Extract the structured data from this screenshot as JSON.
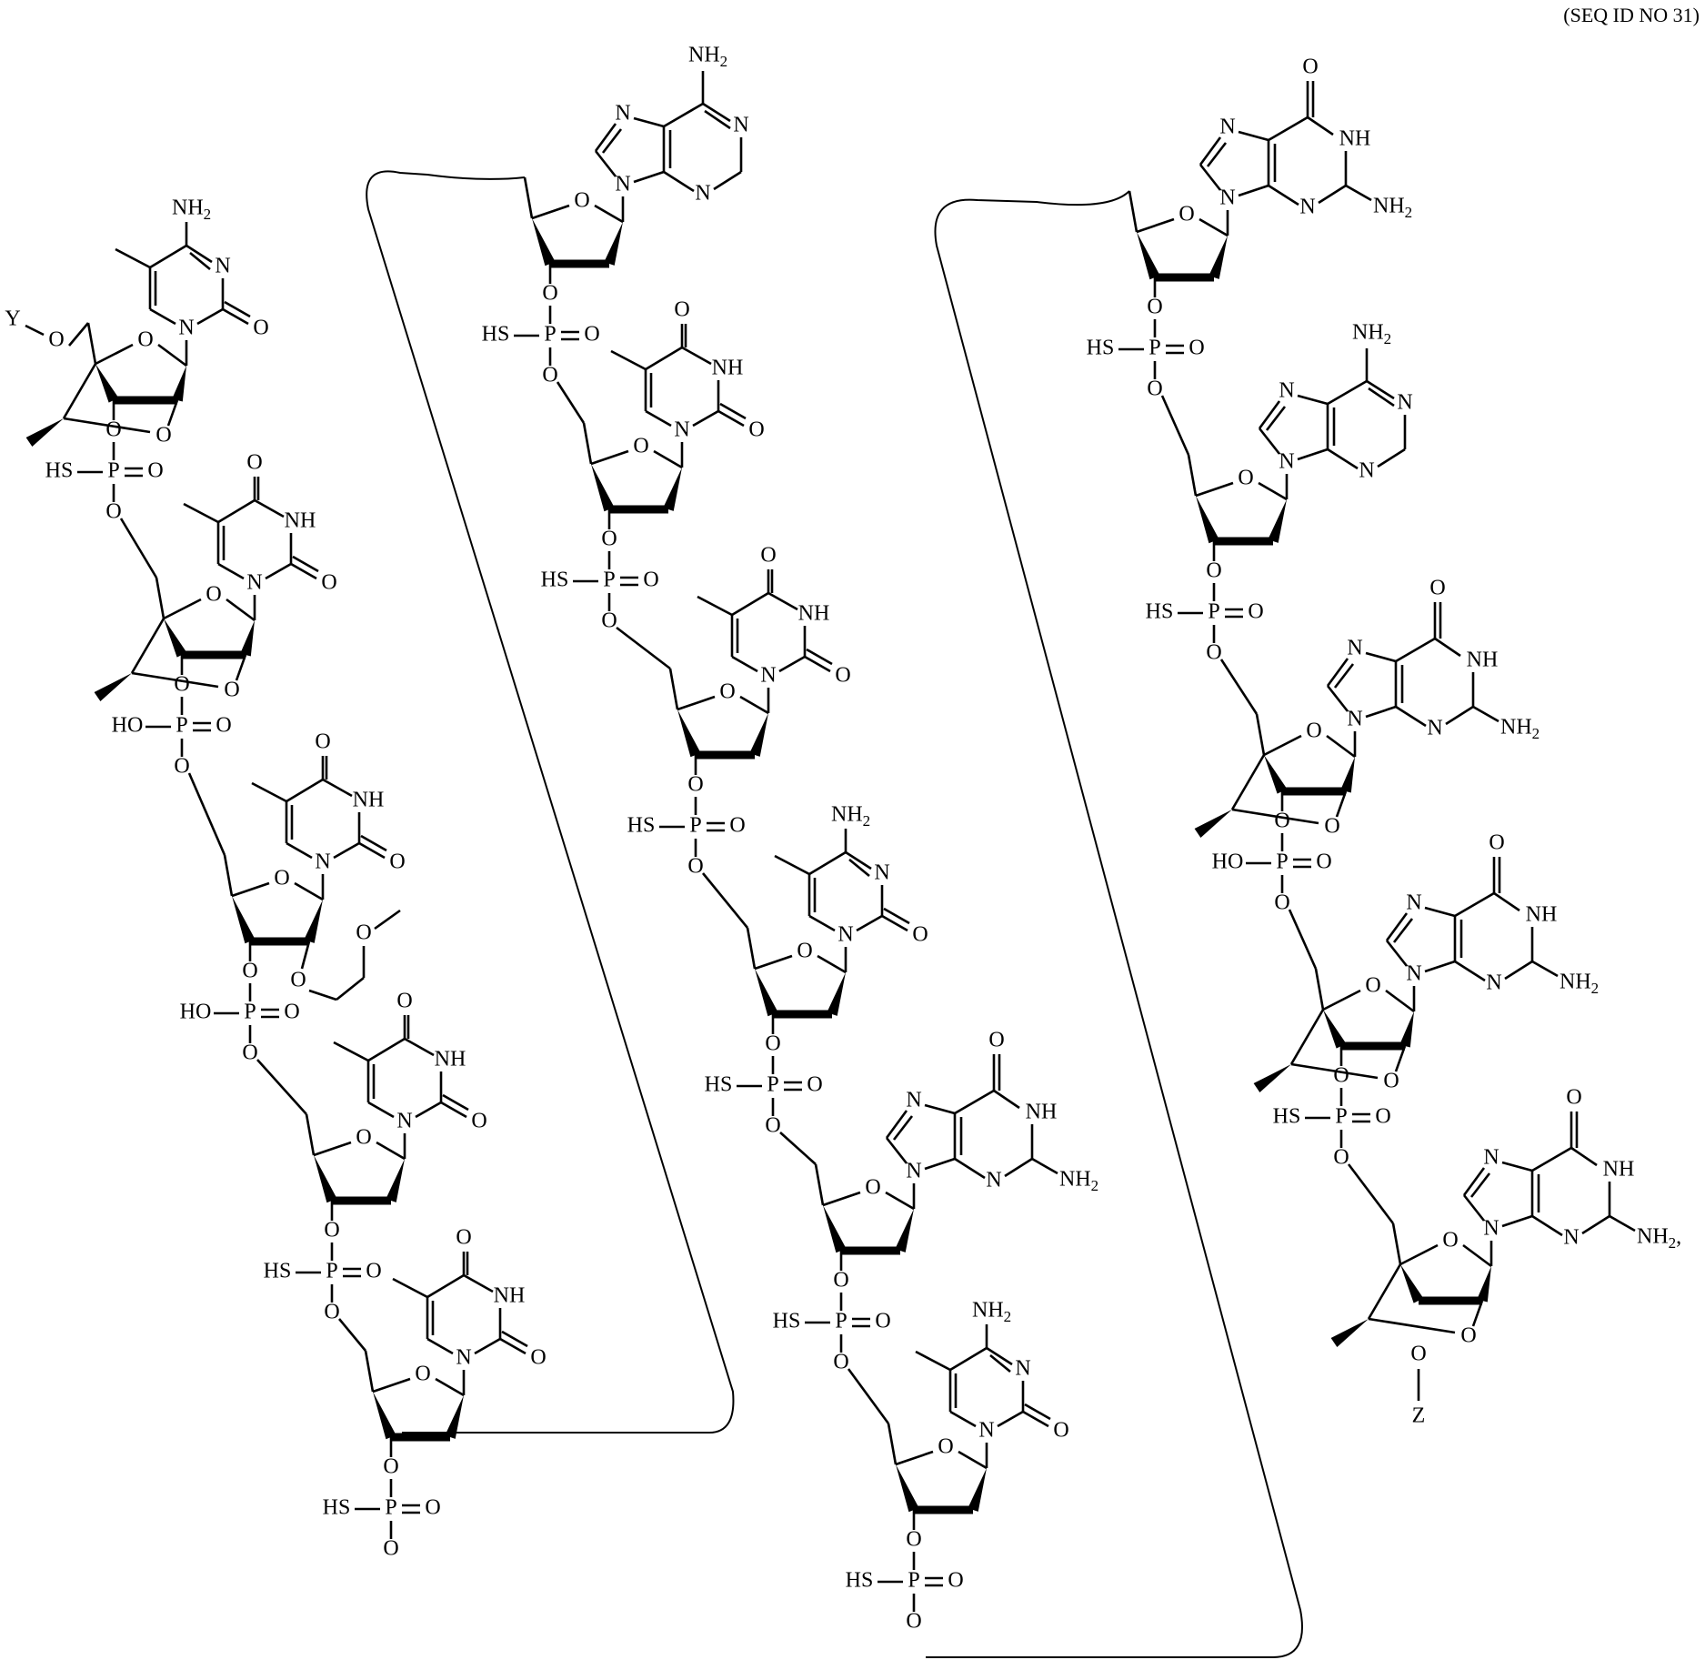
{
  "figure": {
    "sequence_label": "(SEQ ID NO 31)",
    "terminal_labels": {
      "five_prime": "Y",
      "three_prime": "Z"
    },
    "trailing_punctuation": ",",
    "atom_labels": {
      "nh2": "NH",
      "nh2_sub": "2",
      "nh": "NH",
      "n": "N",
      "o": "O",
      "p": "P",
      "hs": "HS",
      "ho": "HO"
    },
    "strand": [
      {
        "index": 1,
        "base": "5-methylcytosine",
        "sugar": "constrained-ethyl bicyclic",
        "linkage": "phosphorothioate"
      },
      {
        "index": 2,
        "base": "thymine",
        "sugar": "constrained-ethyl bicyclic",
        "linkage": "phosphodiester"
      },
      {
        "index": 3,
        "base": "thymine",
        "sugar": "2'-O-methoxyethyl",
        "linkage": "phosphodiester"
      },
      {
        "index": 4,
        "base": "thymine",
        "sugar": "2'-deoxy",
        "linkage": "phosphorothioate"
      },
      {
        "index": 5,
        "base": "thymine",
        "sugar": "2'-deoxy",
        "linkage": "phosphorothioate"
      },
      {
        "index": 6,
        "base": "adenine",
        "sugar": "2'-deoxy",
        "linkage": "phosphorothioate"
      },
      {
        "index": 7,
        "base": "thymine",
        "sugar": "2'-deoxy",
        "linkage": "phosphorothioate"
      },
      {
        "index": 8,
        "base": "thymine",
        "sugar": "2'-deoxy",
        "linkage": "phosphorothioate"
      },
      {
        "index": 9,
        "base": "5-methylcytosine",
        "sugar": "2'-deoxy",
        "linkage": "phosphorothioate"
      },
      {
        "index": 10,
        "base": "guanine",
        "sugar": "2'-deoxy",
        "linkage": "phosphorothioate"
      },
      {
        "index": 11,
        "base": "5-methylcytosine",
        "sugar": "2'-deoxy",
        "linkage": "phosphorothioate"
      },
      {
        "index": 12,
        "base": "guanine",
        "sugar": "2'-deoxy",
        "linkage": "phosphorothioate"
      },
      {
        "index": 13,
        "base": "adenine",
        "sugar": "2'-deoxy",
        "linkage": "phosphorothioate"
      },
      {
        "index": 14,
        "base": "guanine",
        "sugar": "constrained-ethyl bicyclic",
        "linkage": "phosphodiester"
      },
      {
        "index": 15,
        "base": "guanine",
        "sugar": "constrained-ethyl bicyclic",
        "linkage": "phosphorothioate"
      },
      {
        "index": 16,
        "base": "guanine",
        "sugar": "constrained-ethyl bicyclic",
        "linkage": "3'-O-Z"
      }
    ]
  }
}
